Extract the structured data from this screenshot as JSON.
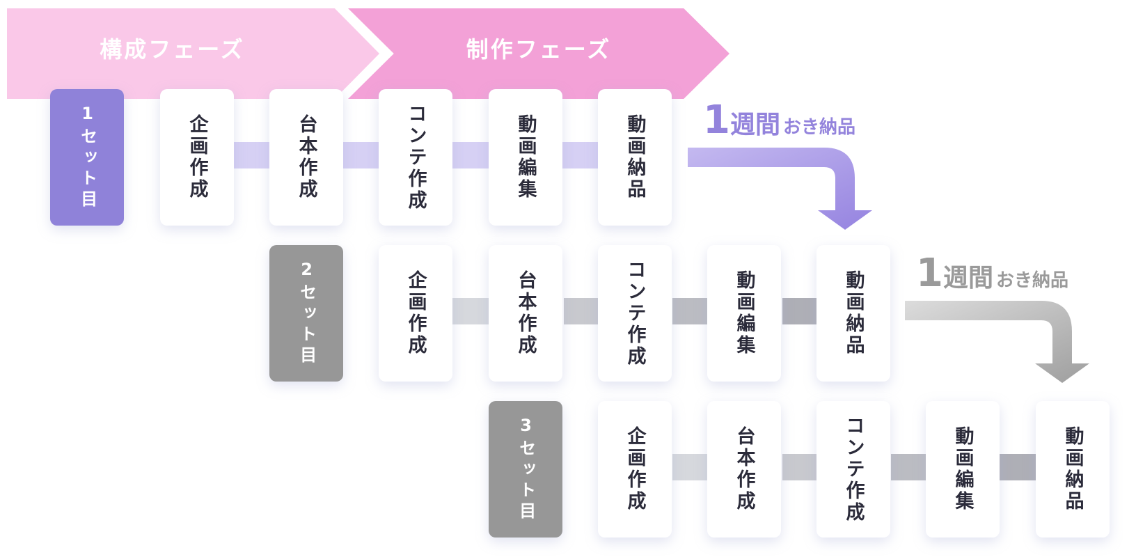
{
  "phases": {
    "composition": "構成フェーズ",
    "production": "制作フェーズ"
  },
  "rows": [
    {
      "label": "1セット目",
      "label_color": "#8f82d9",
      "connector_color": "#d6d0f4",
      "steps": [
        "企画作成",
        "台本作成",
        "コンテ作成",
        "動画編集",
        "動画納品"
      ]
    },
    {
      "label": "2セット目",
      "label_color": "#979797",
      "connector_color": "#c4c5cc",
      "steps": [
        "企画作成",
        "台本作成",
        "コンテ作成",
        "動画編集",
        "動画納品"
      ]
    },
    {
      "label": "3セット目",
      "label_color": "#979797",
      "connector_color": "#c4c5cc",
      "steps": [
        "企画作成",
        "台本作成",
        "コンテ作成",
        "動画編集",
        "動画納品"
      ]
    }
  ],
  "weekly_delivery": {
    "number": "1",
    "unit": "週間",
    "suffix": "おき納品"
  },
  "colors": {
    "phase_composition": "#fac8e8",
    "phase_production": "#f3a1d7",
    "arrow_purple": "#9a8ae0",
    "arrow_gray": "#a6a6a6"
  }
}
